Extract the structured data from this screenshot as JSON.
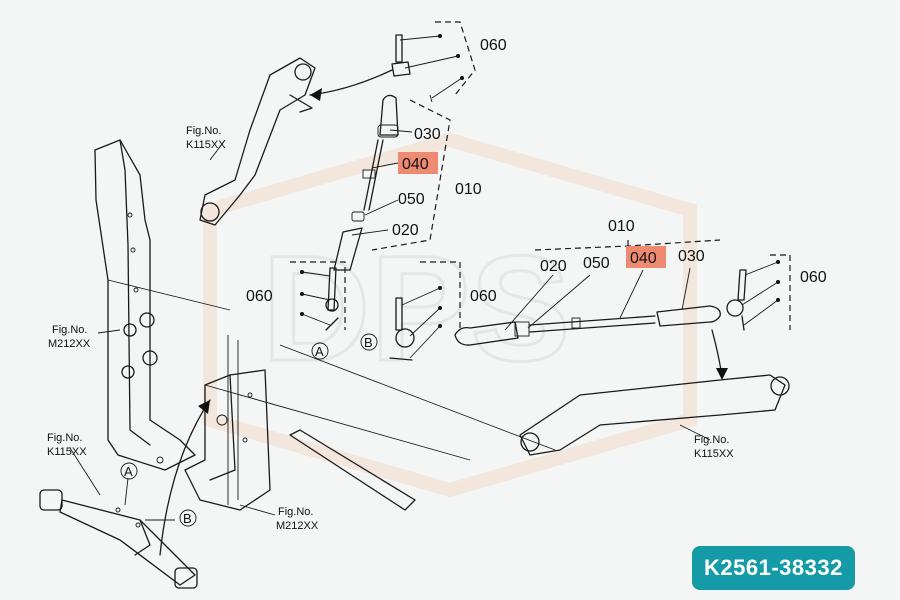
{
  "watermark": {
    "text": "DPS"
  },
  "part_code": "K2561-38332",
  "highlight_color": "#ee8a72",
  "badge_color": "#159aa7",
  "callouts": {
    "top_060": "060",
    "top_030": "030",
    "top_040": "040",
    "top_010": "010",
    "top_050": "050",
    "top_020": "020",
    "left_060a": "060",
    "left_060b": "060",
    "right_010": "010",
    "right_020": "020",
    "right_050": "050",
    "right_040": "040",
    "right_030": "030",
    "right_060": "060"
  },
  "figure_refs": {
    "top_arm": {
      "line1": "Fig.No.",
      "line2": "K115XX"
    },
    "bracket_left": {
      "line1": "Fig.No.",
      "line2": "M212XX"
    },
    "bottom_arm": {
      "line1": "Fig.No.",
      "line2": "K115XX"
    },
    "bracket_bottom": {
      "line1": "Fig.No.",
      "line2": "M212XX"
    },
    "right_arm": {
      "line1": "Fig.No.",
      "line2": "K115XX"
    }
  },
  "letters": {
    "a_top": "A",
    "b_top": "B",
    "a_bottom": "A",
    "b_bottom": "B"
  }
}
